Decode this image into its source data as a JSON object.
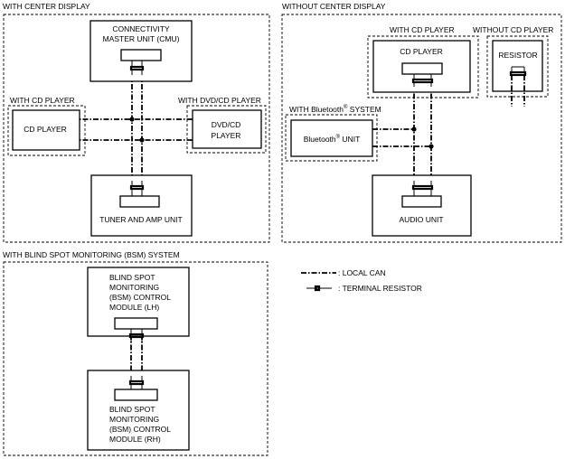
{
  "sections": {
    "center_display": "WITH CENTER DISPLAY",
    "without_center_display": "WITHOUT CENTER DISPLAY",
    "bsm_system": "WITH BLIND SPOT MONITORING (BSM) SYSTEM"
  },
  "option_labels": {
    "with_cd_player_left": "WITH CD PLAYER",
    "with_dvd_cd_player": "WITH DVD/CD PLAYER",
    "with_cd_player_right": "WITH CD PLAYER",
    "without_cd_player": "WITHOUT CD PLAYER",
    "with_bluetooth_prefix": "WITH Bluetooth",
    "with_bluetooth_suffix": " SYSTEM"
  },
  "units": {
    "cmu_line1": "CONNECTIVITY",
    "cmu_line2": "MASTER UNIT (CMU)",
    "cd_player_left": "CD PLAYER",
    "dvd_line1": "DVD/CD",
    "dvd_line2": "PLAYER",
    "tuner": "TUNER AND AMP UNIT",
    "cd_player_right": "CD PLAYER",
    "resistor": "RESISTOR",
    "bluetooth_prefix": "Bluetooth",
    "bluetooth_suffix": " UNIT",
    "audio": "AUDIO UNIT",
    "bsm_lh": [
      "BLIND SPOT",
      "MONITORING",
      "(BSM) CONTROL",
      "MODULE (LH)"
    ],
    "bsm_rh": [
      "BLIND SPOT",
      "MONITORING",
      "(BSM) CONTROL",
      "MODULE (RH)"
    ]
  },
  "trademark_symbol": "®",
  "legend": {
    "local_can": ": LOCAL CAN",
    "terminal_resistor": ": TERMINAL RESISTOR"
  }
}
